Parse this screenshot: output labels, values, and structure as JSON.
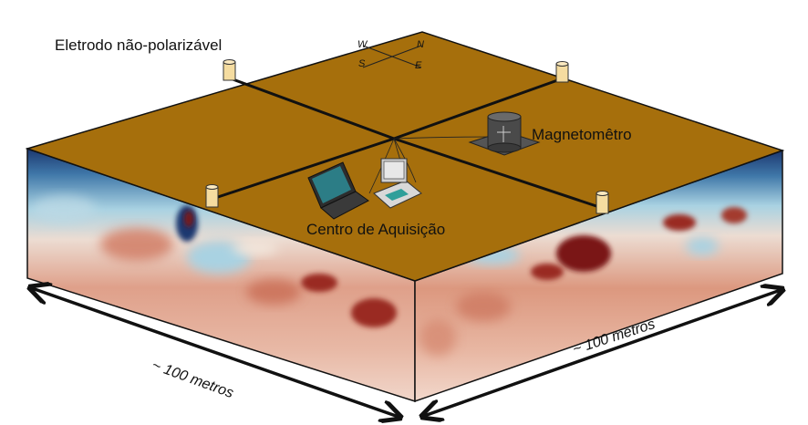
{
  "labels": {
    "electrode": "Eletrodo não-polarizável",
    "magnetometer": "Magnetomêtro",
    "acquisition_center": "Centro de Aquisição",
    "distance_left": "~ 100 metros",
    "distance_right": "~ 100 metros"
  },
  "compass": {
    "west": "W",
    "north": "N",
    "south": "S",
    "east": "E"
  },
  "colors": {
    "surface": "#a66f0c",
    "outline": "#111111",
    "deep_blue": "#1c3870",
    "light_blue": "#a9d2e2",
    "pale": "#ecdcd2",
    "salmon": "#d98e78",
    "dark_red": "#7a1414",
    "electrode": "#f5dca0"
  },
  "icons": [
    "electrode-icon",
    "magnetometer-icon",
    "laptop-icon",
    "computer-icon",
    "compass-icon",
    "double-arrow-icon"
  ]
}
